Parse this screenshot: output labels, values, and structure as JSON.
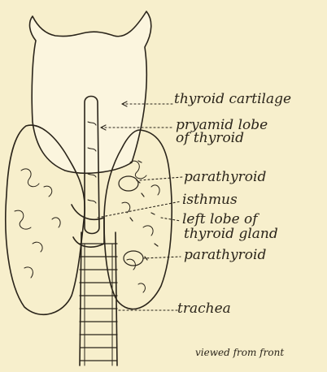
{
  "labels": {
    "thyroid_cartilage": "thyroid cartilage",
    "pyramid_lobe_line1": "pryamid lobe",
    "pyramid_lobe_line2": "of thyroid",
    "parathyroid_upper": "parathyroid",
    "isthmus": "isthmus",
    "left_lobe_line1": "left lobe of",
    "left_lobe_line2": "thyroid gland",
    "parathyroid_lower": "parathyroid",
    "trachea": "trachea"
  },
  "caption": "viewed from front",
  "colors": {
    "background": "#f7efcc",
    "ink": "#2a241a"
  }
}
